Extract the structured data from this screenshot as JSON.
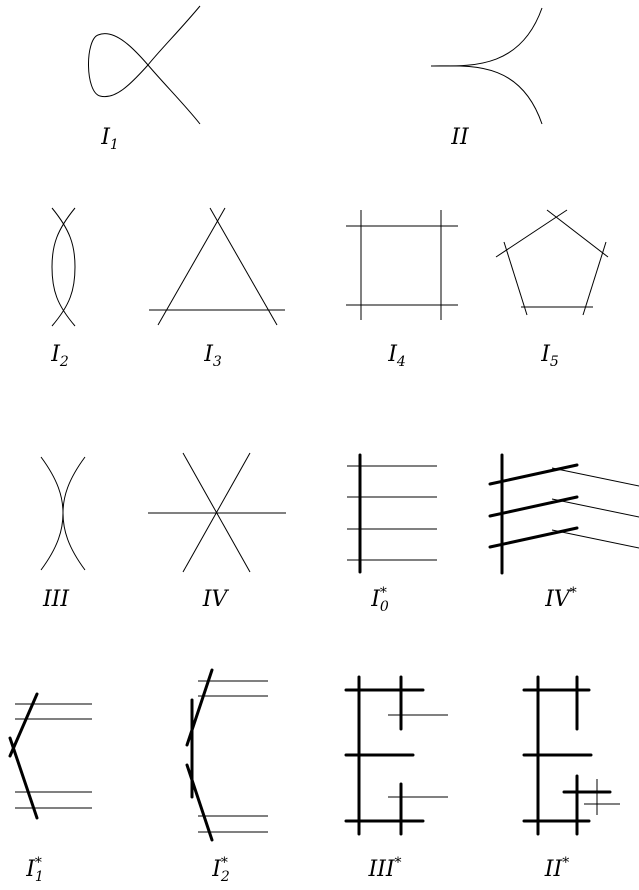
{
  "labels": {
    "I1": {
      "base": "I",
      "sub": "1",
      "sup": ""
    },
    "II": {
      "base": "II",
      "sub": "",
      "sup": ""
    },
    "I2": {
      "base": "I",
      "sub": "2",
      "sup": ""
    },
    "I3": {
      "base": "I",
      "sub": "3",
      "sup": ""
    },
    "I4": {
      "base": "I",
      "sub": "4",
      "sup": ""
    },
    "I5": {
      "base": "I",
      "sub": "5",
      "sup": ""
    },
    "III": {
      "base": "III",
      "sub": "",
      "sup": ""
    },
    "IV": {
      "base": "IV",
      "sub": "",
      "sup": ""
    },
    "I0s": {
      "base": "I",
      "sub": "0",
      "sup": "*"
    },
    "IVs": {
      "base": "IV",
      "sub": "",
      "sup": "*"
    },
    "I1s": {
      "base": "I",
      "sub": "1",
      "sup": "*"
    },
    "I2s": {
      "base": "I",
      "sub": "2",
      "sup": "*"
    },
    "IIIs": {
      "base": "III",
      "sub": "",
      "sup": "*"
    },
    "IIs": {
      "base": "II",
      "sub": "",
      "sup": "*"
    }
  }
}
